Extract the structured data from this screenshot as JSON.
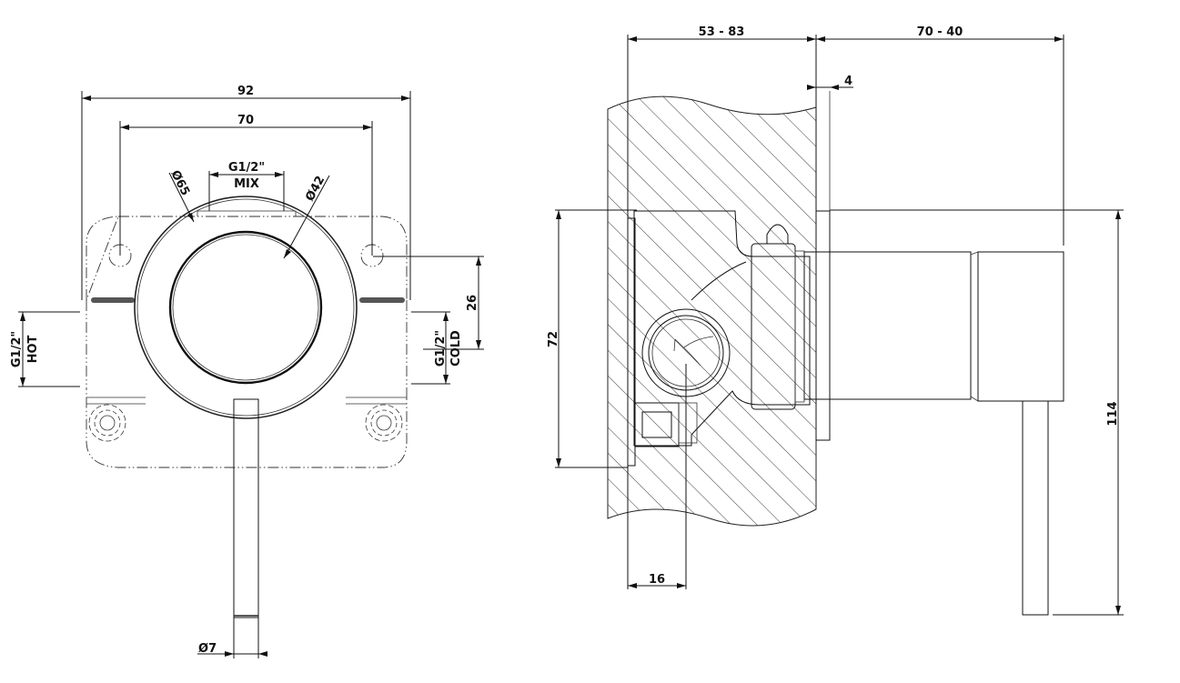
{
  "title": "Concealed mixer – dimensional drawing",
  "front_view": {
    "dims": {
      "overall_width": "92",
      "hole_spacing": "70",
      "mix_outlet_thread": "G1/2\"",
      "mix_outlet_label": "MIX",
      "outer_diameter": "65",
      "inner_diameter": "42",
      "hot_thread": "G1/2\"",
      "hot_label": "HOT",
      "cold_thread": "G1/2\"",
      "cold_label": "COLD",
      "hole_to_axis": "26",
      "lever_diameter": "7",
      "diameter_symbol": "Ø"
    }
  },
  "side_view": {
    "dims": {
      "wall_depth_range": "53 - 83",
      "projection_range": "70 - 40",
      "plate_thickness": "4",
      "body_height": "72",
      "total_height": "114",
      "axis_offset": "16"
    }
  },
  "colors": {
    "line": "#111111",
    "background": "#ffffff"
  }
}
